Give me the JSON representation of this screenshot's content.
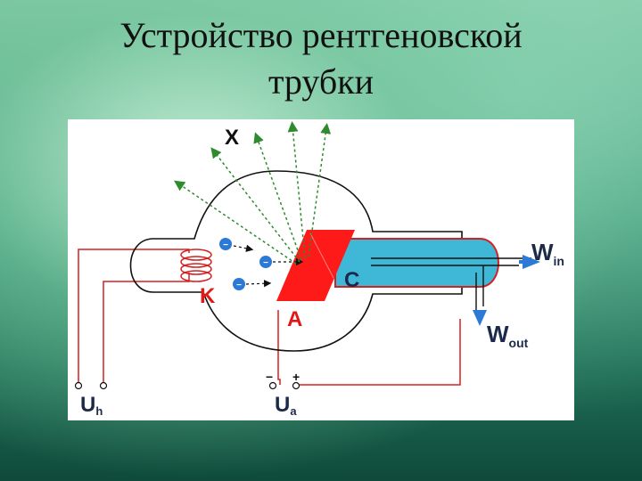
{
  "slide": {
    "title_line1": "Устройство рентгеновской",
    "title_line2": "трубки"
  },
  "diagram": {
    "labels": {
      "x_rays": "X",
      "cathode": "K",
      "anode": "A",
      "cooling": "C",
      "w_in_main": "W",
      "w_in_sub": "in",
      "w_out_main": "W",
      "w_out_sub": "out",
      "u_h_main": "U",
      "u_h_sub": "h",
      "u_a_main": "U",
      "u_a_sub": "a",
      "minus": "−",
      "plus": "+",
      "electron_sign": "−"
    },
    "colors": {
      "anode": "#ff1a1a",
      "coolant": "#3fb8d8",
      "wires": "#d42020",
      "electrons": "#2a7ad6",
      "rays": "#2e8b2e",
      "text_red": "#e01818",
      "text_dark": "#1c2a4a"
    }
  }
}
